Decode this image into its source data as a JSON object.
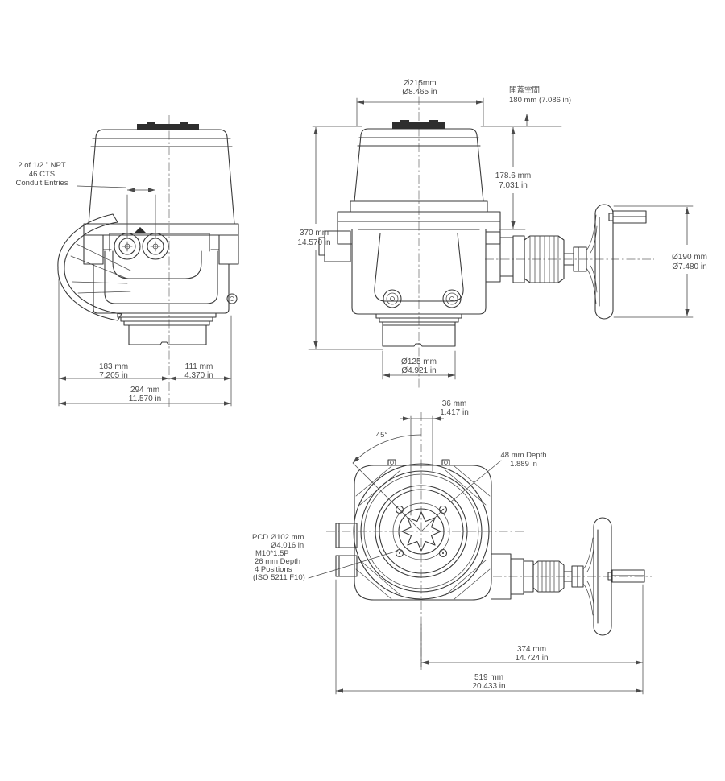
{
  "drawing": {
    "type": "actuator-dimensional-drawing",
    "colors": {
      "line": "#3a3a3a",
      "text": "#4a4a4a",
      "background": "#ffffff"
    },
    "views": {
      "side": {
        "conduit_note": {
          "line1": "2 of 1/2 \" NPT",
          "line2": "46 CTS",
          "line3": "Conduit Entries"
        },
        "dim_left": {
          "mm": "183 mm",
          "in": "7.205 in"
        },
        "dim_right": {
          "mm": "111 mm",
          "in": "4.370 in"
        },
        "dim_total": {
          "mm": "294 mm",
          "in": "11.570 in"
        }
      },
      "front": {
        "dim_cover_dia": {
          "mm": "Ø215mm",
          "in": "Ø8.465 in"
        },
        "cover_clearance": {
          "jp": "開蓋空間",
          "value": "180 mm (7.086 in)"
        },
        "dim_cover_height": {
          "mm": "178.6 mm",
          "in": "7.031 in"
        },
        "dim_total_height": {
          "mm": "370 mm",
          "in": "14.570 in"
        },
        "dim_base_dia": {
          "mm": "Ø125 mm",
          "in": "Ø4.921 in"
        },
        "dim_handwheel_dia": {
          "mm": "Ø190 mm",
          "in": "Ø7.480 in"
        }
      },
      "bottom": {
        "dim_offset": {
          "mm": "36 mm",
          "in": "1.417 in"
        },
        "angle": "45°",
        "dim_depth": {
          "line1": "48 mm Depth",
          "line2": "1.889 in"
        },
        "mounting_note": {
          "line1": "PCD Ø102 mm",
          "line2": "Ø4.016 in",
          "line3": "M10*1.5P",
          "line4": "26 mm Depth",
          "line5": "4 Positions",
          "line6": "(ISO 5211 F10)"
        },
        "dim_to_wheel": {
          "mm": "374 mm",
          "in": "14.724 in"
        },
        "dim_total_length": {
          "mm": "519 mm",
          "in": "20.433 in"
        }
      }
    }
  }
}
